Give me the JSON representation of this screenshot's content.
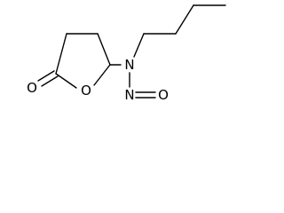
{
  "diagram": {
    "type": "chemical-structure",
    "atoms": {
      "carbonyl_oxygen": "O",
      "ring_oxygen": "O",
      "amine_nitrogen": "N",
      "nitroso_nitrogen": "N",
      "nitroso_oxygen": "O"
    },
    "colors": {
      "bond": "#000000",
      "label": "#000000",
      "background": "#ffffff"
    }
  }
}
